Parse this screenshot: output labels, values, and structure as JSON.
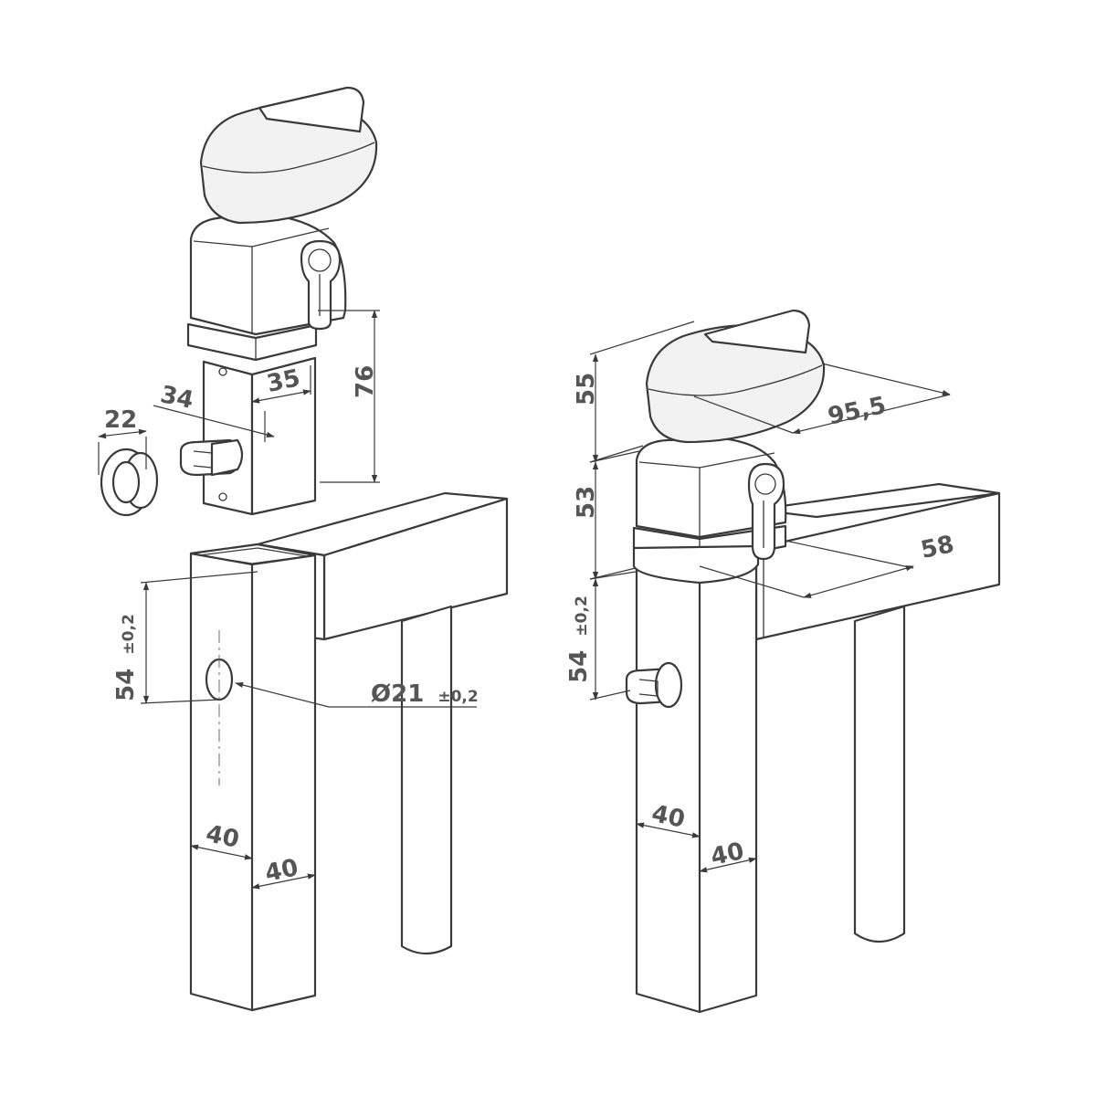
{
  "diagram": {
    "left_view": {
      "dim_width_rosette": "22",
      "dim_offset_side": "34",
      "dim_width_body": "35",
      "dim_height_body": "76",
      "dim_hole_height_value": "54",
      "dim_hole_height_tol": "±0,2",
      "dim_hole_diameter_value": "Ø21",
      "dim_hole_diameter_tol": "±0,2",
      "dim_post_depth": "40",
      "dim_post_width": "40"
    },
    "right_view": {
      "dim_knob_height": "55",
      "dim_knob_length": "95,5",
      "dim_body_height": "53",
      "dim_body_depth": "58",
      "dim_hole_height_value": "54",
      "dim_hole_height_tol": "±0,2",
      "dim_post_depth": "40",
      "dim_post_width": "40"
    }
  }
}
